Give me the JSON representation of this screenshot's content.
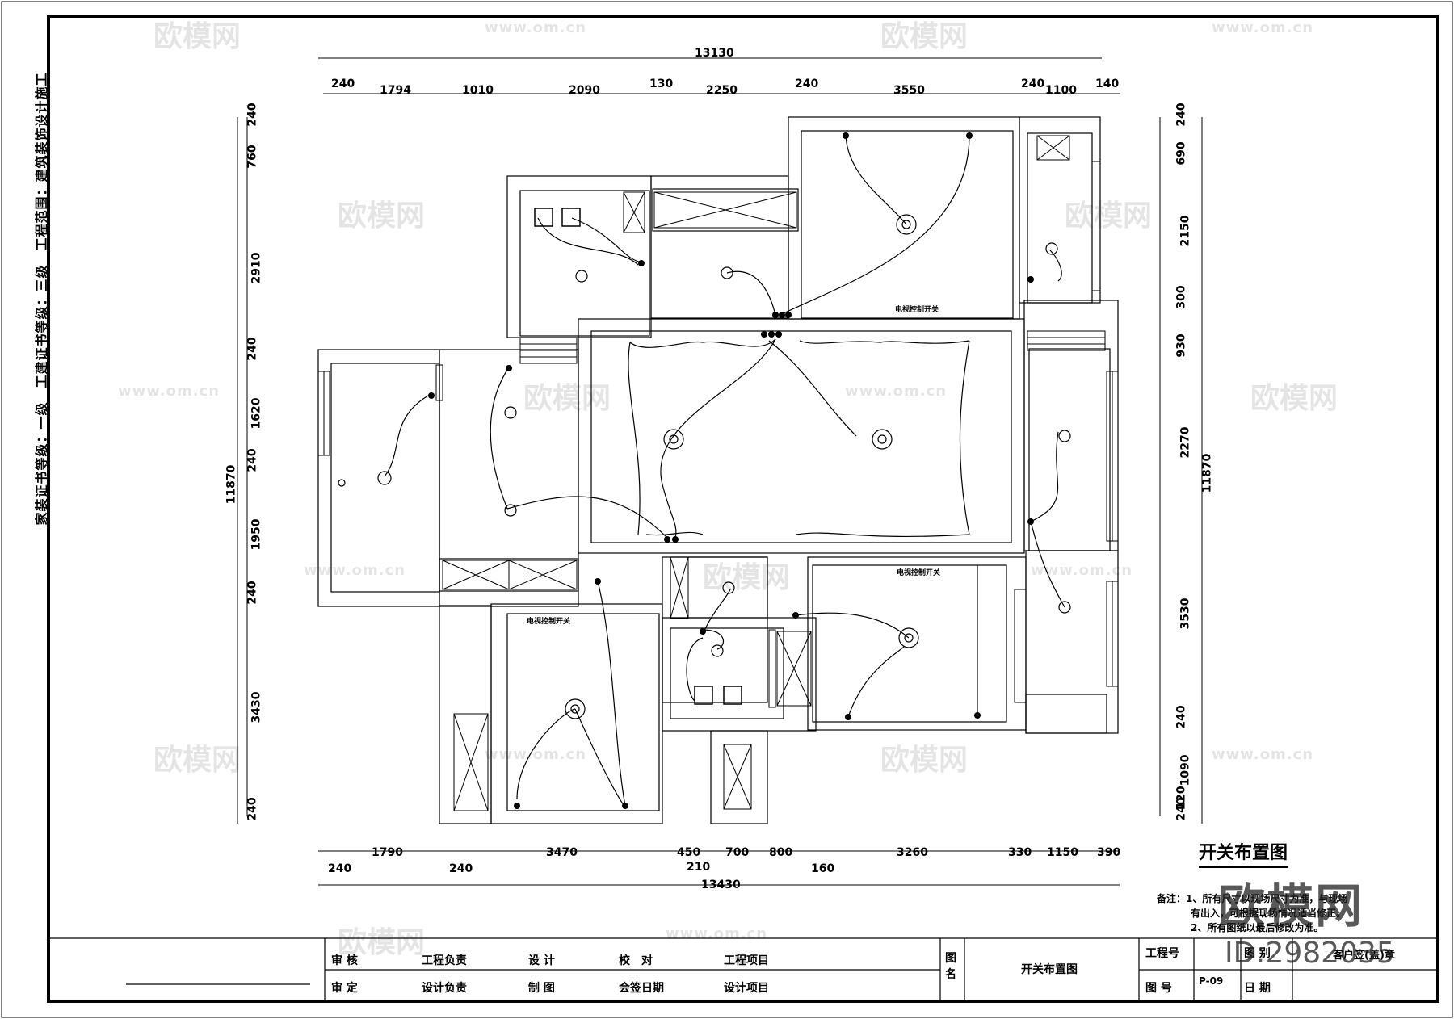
{
  "header": {
    "cert_line": "家装证书等级：一级　工建证书等级：三级　工程范围：建筑装饰设计施工"
  },
  "dims_top": {
    "total": "13130",
    "segments": [
      "240",
      "1794",
      "1010",
      "2090",
      "130",
      "2250",
      "240",
      "3550",
      "240",
      "1100",
      "140"
    ]
  },
  "dims_bottom": {
    "total": "13430",
    "upper": [
      "1790",
      "3470",
      "450",
      "700",
      "800",
      "3260",
      "330",
      "1150",
      "390"
    ],
    "lower": [
      "240",
      "240",
      "210",
      "160"
    ]
  },
  "dims_left": {
    "total": "11870",
    "segments": [
      "240",
      "760",
      "2910",
      "240",
      "1620",
      "240",
      "1950",
      "240",
      "3430",
      "240"
    ]
  },
  "dims_right": {
    "total": "11870",
    "segments": [
      "240",
      "690",
      "2150",
      "300",
      "930",
      "2270",
      "3530",
      "240",
      "1090",
      "240",
      "120"
    ]
  },
  "labels": {
    "tv_switch": "电视控制开关"
  },
  "drawing_title": "开关布置图",
  "notes": {
    "prefix": "备注：",
    "line1": "1、所有尺寸以现场尺寸为准，与现场",
    "line1b": "有出入，可根据现场情况适当修正。",
    "line2": "2、所有图纸以最后修改为准。"
  },
  "title_block": {
    "r1": [
      "审 核",
      "工程负责",
      "设 计",
      "校　对",
      "工程项目"
    ],
    "r2": [
      "审 定",
      "设计负责",
      "制 图",
      "会签日期",
      "设计项目"
    ],
    "drawing_name_label": "图 名",
    "drawing_name": "开关布置图",
    "project_no_label": "工程号",
    "figure_no_label": "图 号",
    "figure_no": "P-09",
    "sheet_label": "图 别",
    "date_label": "日 期",
    "sheet_value": "客户签(盖)章"
  },
  "watermark": {
    "brand": "欧模网",
    "url": "www.om.cn",
    "id": "ID:2982035"
  }
}
